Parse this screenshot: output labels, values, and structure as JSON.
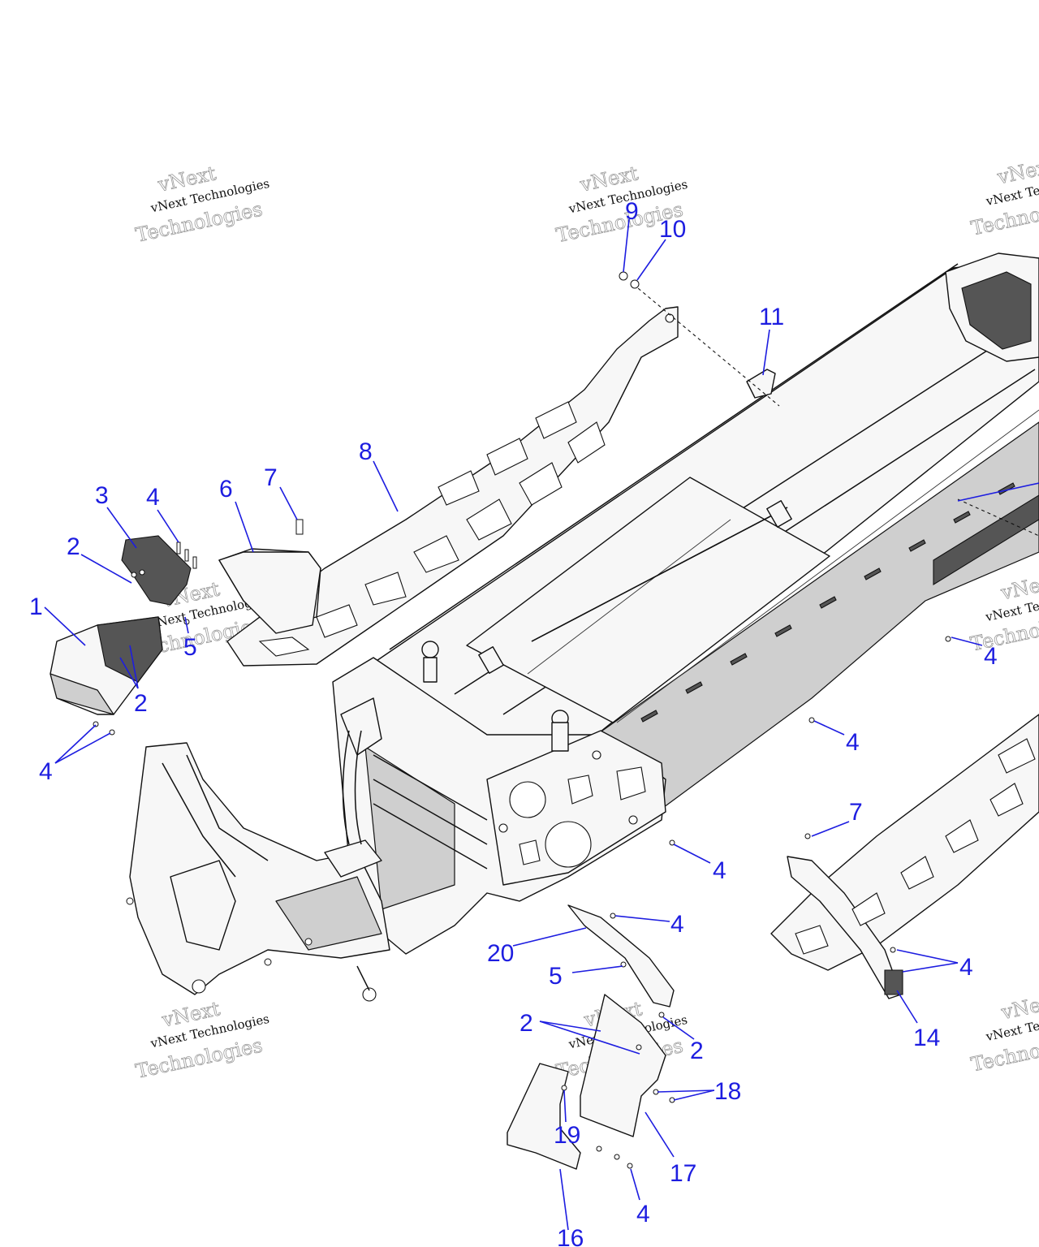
{
  "watermark": {
    "line1": "vNext",
    "line2": "vNext Technologies",
    "line3": "Technologies"
  },
  "callouts": [
    {
      "id": "c1",
      "label": "1"
    },
    {
      "id": "c2a",
      "label": "2"
    },
    {
      "id": "c2b",
      "label": "2"
    },
    {
      "id": "c2c",
      "label": "2"
    },
    {
      "id": "c2d",
      "label": "2"
    },
    {
      "id": "c3",
      "label": "3"
    },
    {
      "id": "c4a",
      "label": "4"
    },
    {
      "id": "c4b",
      "label": "4"
    },
    {
      "id": "c4c",
      "label": "4"
    },
    {
      "id": "c4d",
      "label": "4"
    },
    {
      "id": "c4e",
      "label": "4"
    },
    {
      "id": "c4f",
      "label": "4"
    },
    {
      "id": "c4g",
      "label": "4"
    },
    {
      "id": "c4h",
      "label": "4"
    },
    {
      "id": "c5a",
      "label": "5"
    },
    {
      "id": "c5b",
      "label": "5"
    },
    {
      "id": "c6",
      "label": "6"
    },
    {
      "id": "c7a",
      "label": "7"
    },
    {
      "id": "c7b",
      "label": "7"
    },
    {
      "id": "c8",
      "label": "8"
    },
    {
      "id": "c9",
      "label": "9"
    },
    {
      "id": "c10",
      "label": "10"
    },
    {
      "id": "c11",
      "label": "11"
    },
    {
      "id": "c14",
      "label": "14"
    },
    {
      "id": "c16",
      "label": "16"
    },
    {
      "id": "c17",
      "label": "17"
    },
    {
      "id": "c18",
      "label": "18"
    },
    {
      "id": "c19",
      "label": "19"
    },
    {
      "id": "c20",
      "label": "20"
    }
  ],
  "colors": {
    "callout": "#1d1de0",
    "line": "#111111",
    "shade": "#cfcfcf",
    "background": "#ffffff"
  }
}
